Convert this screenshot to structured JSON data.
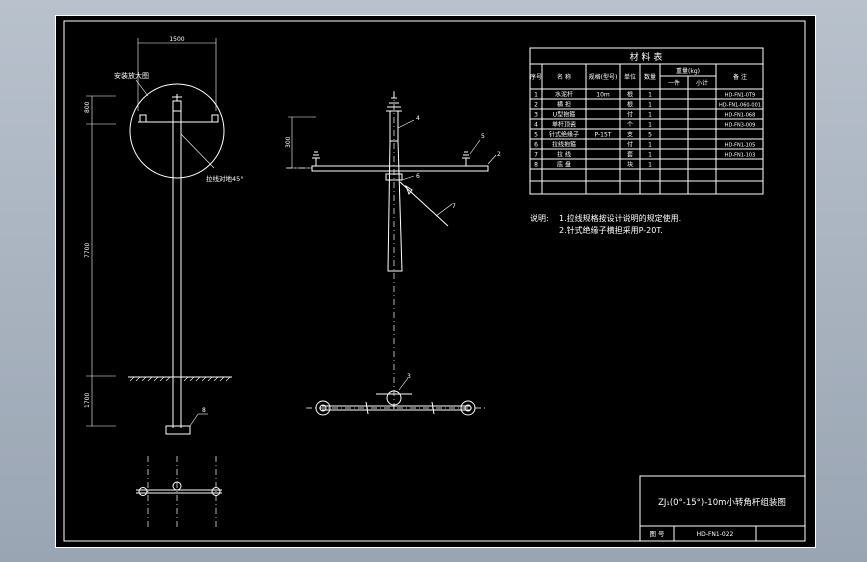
{
  "drawing": {
    "dims": {
      "top_width": "1500",
      "top_height": "800",
      "pole_above": "7700",
      "pole_below": "1700",
      "arm_height": "300"
    },
    "labels": {
      "detail_circle": "安装放大图",
      "angle_note": "拉线对地45°"
    },
    "balloons": [
      "1",
      "2",
      "3",
      "4",
      "5",
      "6",
      "7",
      "8"
    ]
  },
  "bom": {
    "title": "材 料 表",
    "headers": {
      "no": "序号",
      "name": "名 称",
      "spec": "规格(型号)",
      "unit": "单位",
      "qty": "数量",
      "weight": "重量(kg)",
      "weight_each": "一件",
      "weight_total": "小计",
      "remark": "备 注"
    },
    "rows": [
      {
        "no": "1",
        "name": "水泥杆",
        "spec": "10m",
        "unit": "根",
        "qty": "1",
        "remark": "HD-FN1-0T9"
      },
      {
        "no": "2",
        "name": "横 担",
        "spec": "",
        "unit": "根",
        "qty": "1",
        "remark": "HD-FN1-060-001"
      },
      {
        "no": "3",
        "name": "U型抱箍",
        "spec": "",
        "unit": "付",
        "qty": "1",
        "remark": "HD-FN1-068"
      },
      {
        "no": "4",
        "name": "单杆顶瓷",
        "spec": "",
        "unit": "个",
        "qty": "1",
        "remark": "HD-FN3-009"
      },
      {
        "no": "5",
        "name": "针式绝缘子",
        "spec": "P-15T",
        "unit": "支",
        "qty": "5",
        "remark": ""
      },
      {
        "no": "6",
        "name": "拉线抱箍",
        "spec": "",
        "unit": "付",
        "qty": "1",
        "remark": "HD-FN1-105"
      },
      {
        "no": "7",
        "name": "拉 线",
        "spec": "",
        "unit": "套",
        "qty": "1",
        "remark": "HD-FN1-103"
      },
      {
        "no": "8",
        "name": "底 盘",
        "spec": "",
        "unit": "块",
        "qty": "1",
        "remark": ""
      },
      {
        "no": "",
        "name": "",
        "spec": "",
        "unit": "",
        "qty": "",
        "remark": ""
      }
    ]
  },
  "notes": {
    "lead": "说明:",
    "line1": "1.拉线规格按设计说明的规定使用.",
    "line2": "2.针式绝缘子横担采用P-20T."
  },
  "titleblock": {
    "title": "ZJ₁(0°-15°)-10m小转角杆组装图",
    "drawing_no_label": "图 号",
    "drawing_no": "HD-FN1-022"
  }
}
